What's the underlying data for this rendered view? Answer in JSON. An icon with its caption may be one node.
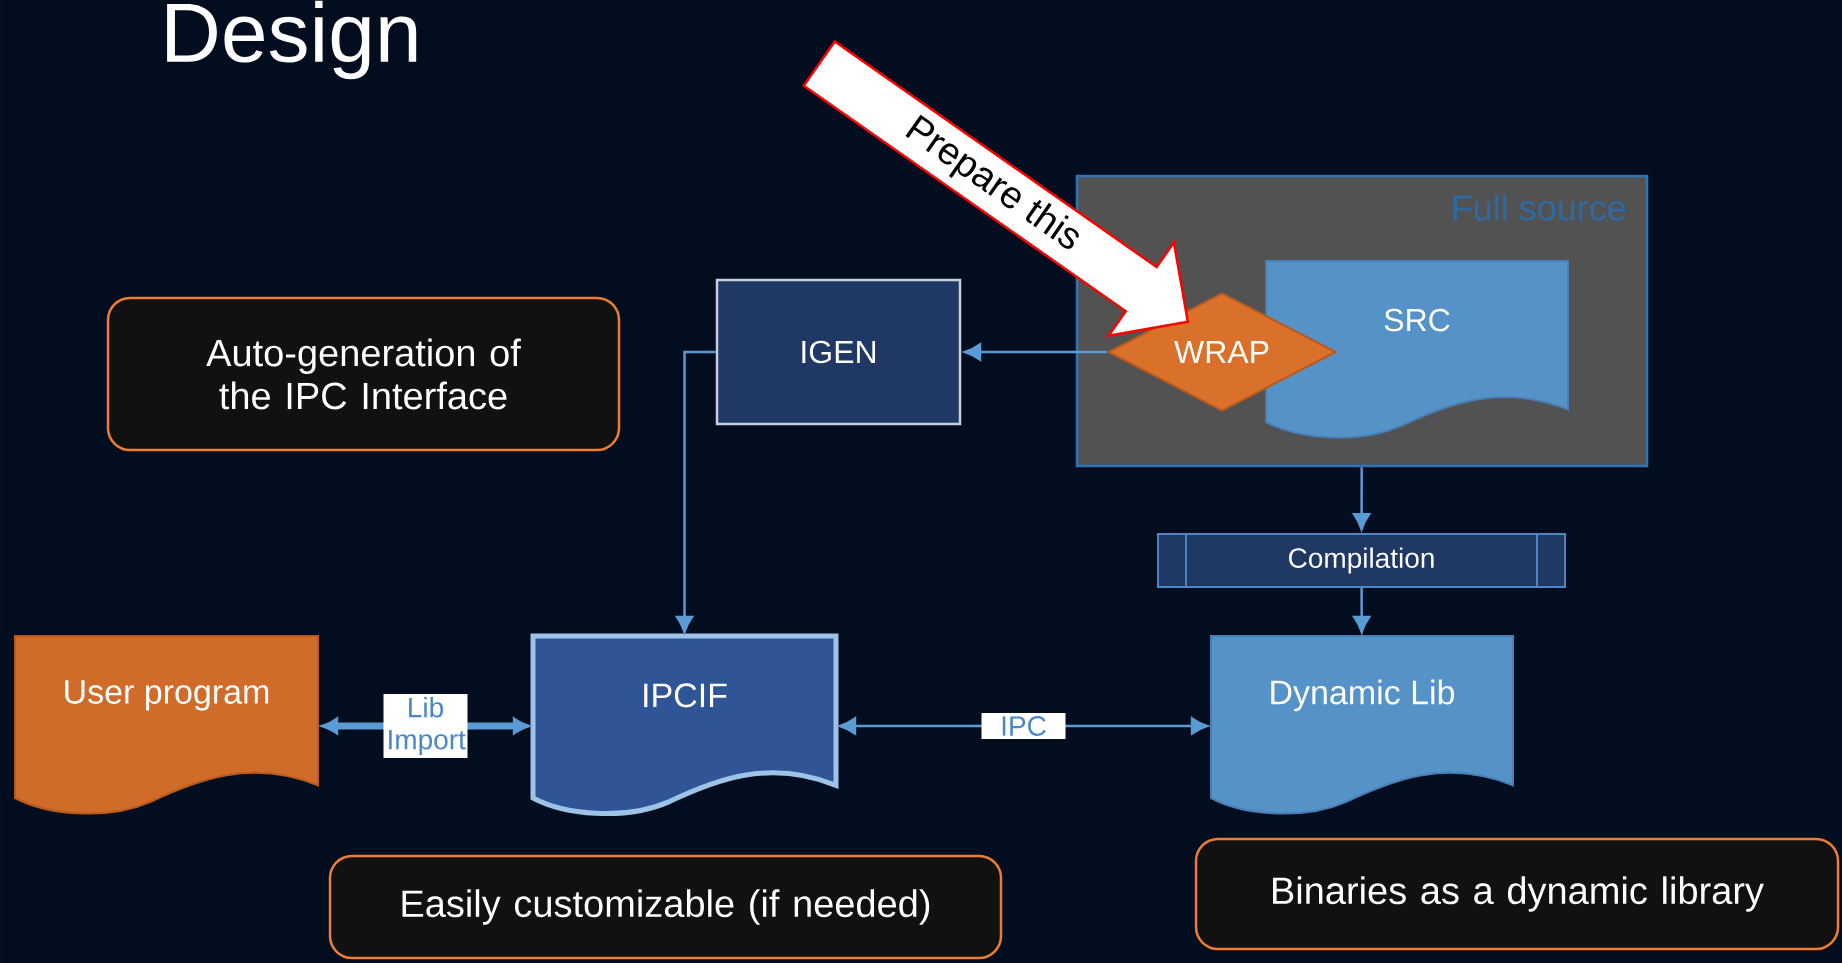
{
  "diagram": {
    "title": "Design",
    "nodes": [
      {
        "text": [
          "Auto-generation of the IPC Interface"
        ]
      },
      {
        "text": [
          "IGEN"
        ]
      },
      {
        "text": [
          "Full source"
        ]
      },
      {
        "text": [
          "WRAP"
        ],
        "in": 2
      },
      {
        "text": [
          "SRC"
        ],
        "in": 2
      },
      {
        "text": [
          "Compilation"
        ]
      },
      {
        "text": [
          "User program"
        ]
      },
      {
        "text": [
          "IPCIF"
        ]
      },
      {
        "text": [
          "Dynamic Lib"
        ]
      },
      {
        "text": [
          "Easily customizable (if needed)"
        ]
      },
      {
        "text": [
          "Binaries as a dynamic library"
        ]
      },
      {
        "text": [
          "Prepare this"
        ]
      }
    ],
    "edges": [
      {
        "from": 3,
        "to": 1,
        "arrow": "to"
      },
      {
        "from": 1,
        "to": 7,
        "arrow": "to"
      },
      {
        "from": 2,
        "to": 5,
        "arrow": "to"
      },
      {
        "from": 5,
        "to": 8,
        "arrow": "to"
      },
      {
        "from": 6,
        "to": 7,
        "arrow": "both",
        "label": "Lib Import",
        "style": "thick"
      },
      {
        "from": 7,
        "to": 8,
        "arrow": "both",
        "label": "IPC"
      }
    ]
  }
}
